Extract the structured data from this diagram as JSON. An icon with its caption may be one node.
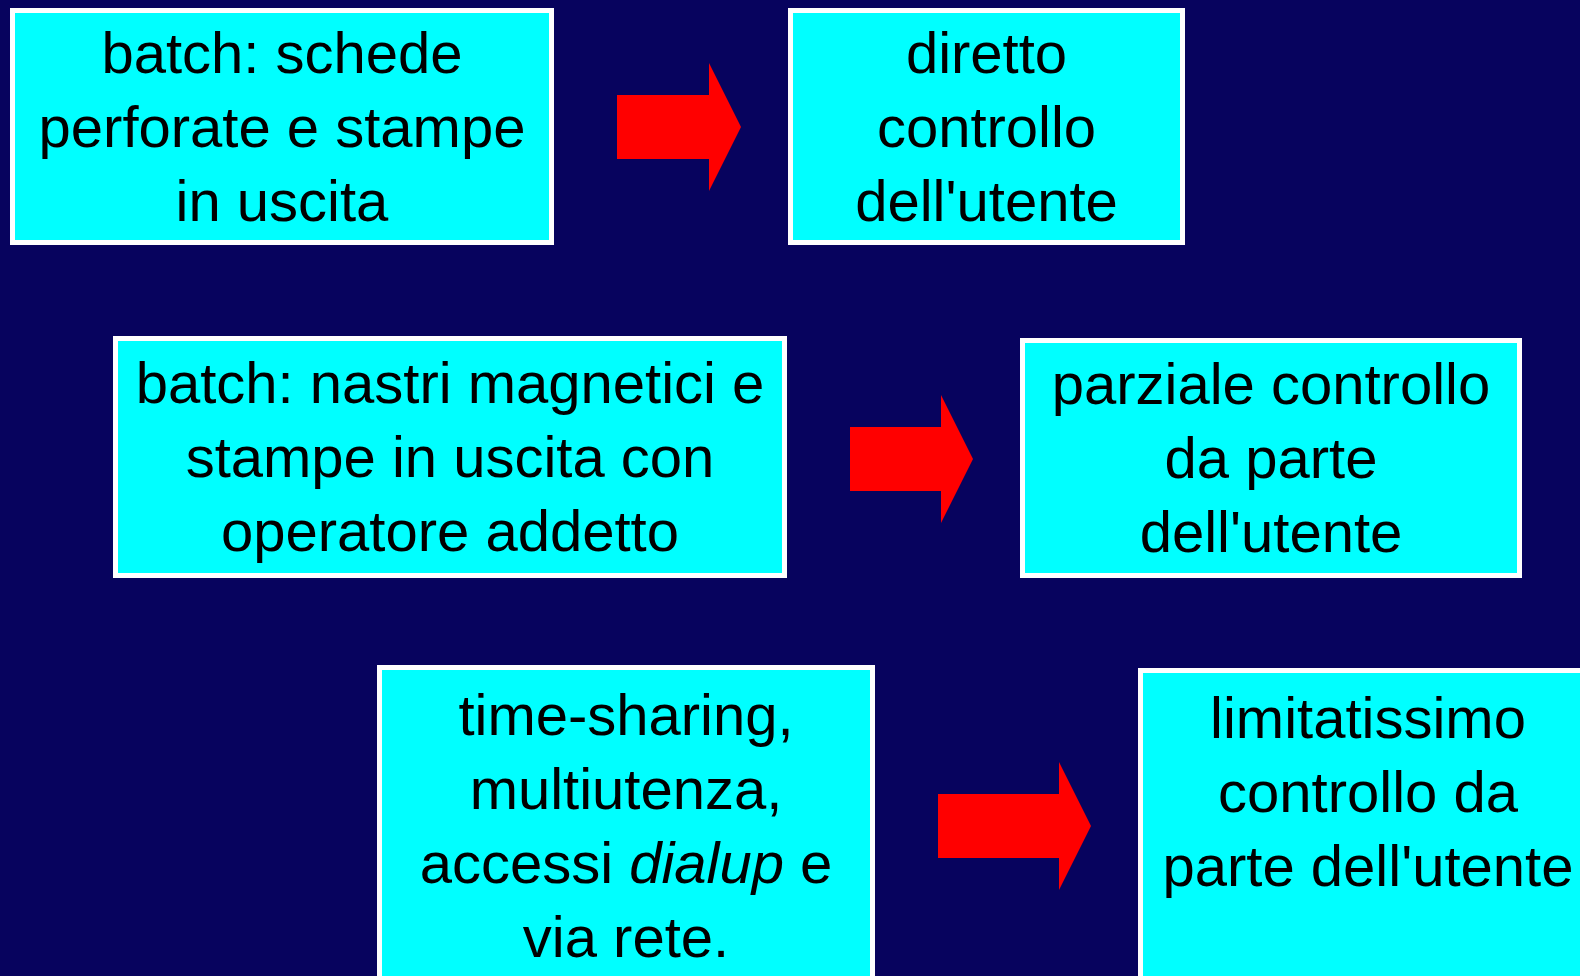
{
  "diagram": {
    "nodes": [
      {
        "text": [
          "batch: schede perforate e stampe in uscita"
        ]
      },
      {
        "text": [
          "diretto controllo dell'utente"
        ]
      },
      {
        "text": [
          "batch: nastri magnetici e stampe in uscita con operatore addetto"
        ]
      },
      {
        "text": [
          "parziale controllo da parte dell'utente"
        ]
      },
      {
        "text": [
          "time-sharing, multiutenza, accessi *dialup* e via rete."
        ]
      },
      {
        "text": [
          "limitatissimo controllo da parte dell'utente"
        ]
      }
    ],
    "edges": [
      {
        "from": 0,
        "to": 1,
        "arrow": "to"
      },
      {
        "from": 2,
        "to": 3,
        "arrow": "to"
      },
      {
        "from": 4,
        "to": 5,
        "arrow": "to"
      }
    ]
  }
}
